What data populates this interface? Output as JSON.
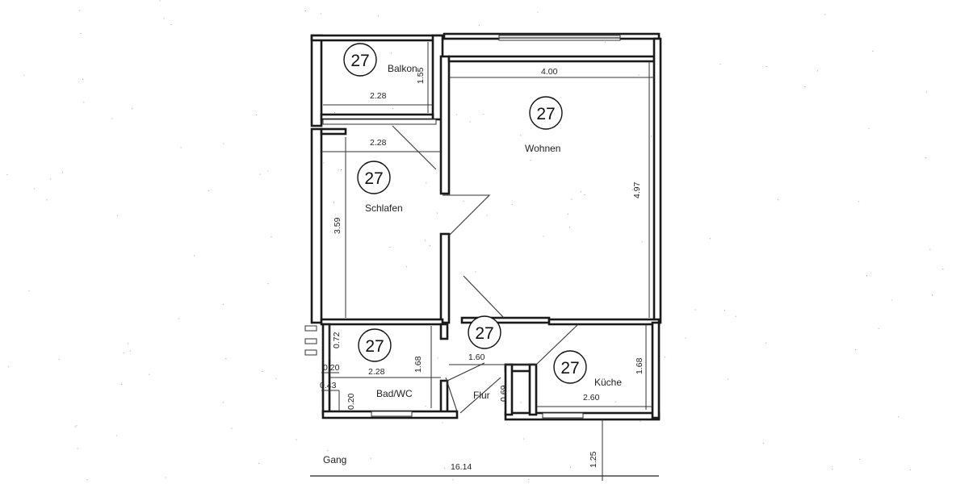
{
  "rooms": {
    "balkon": {
      "label": "Balkon",
      "number": "27"
    },
    "wohnen": {
      "label": "Wohnen",
      "number": "27"
    },
    "schlafen": {
      "label": "Schlafen",
      "number": "27"
    },
    "bad": {
      "label": "Bad/WC",
      "number": "27"
    },
    "flur": {
      "label": "Flur",
      "number": "27"
    },
    "kueche": {
      "label": "Küche",
      "number": "27"
    },
    "gang": {
      "label": "Gang"
    }
  },
  "dimensions": {
    "balkon_width": "2.28",
    "balkon_depth": "1.55",
    "wohnen_width": "4.00",
    "wohnen_depth": "4.97",
    "schlafen_width": "2.28",
    "schlafen_depth": "3.59",
    "bad_width": "2.28",
    "bad_depth": "1.68",
    "bad_small_a": "0.72",
    "bad_small_b": "0.20",
    "bad_small_c": "0.43",
    "bad_small_d": "0.20",
    "flur_width": "1.60",
    "flur_depth": "0.69",
    "kueche_width": "2.60",
    "kueche_depth": "1.68",
    "gang_length": "16.14",
    "gang_depth": "1.25"
  }
}
